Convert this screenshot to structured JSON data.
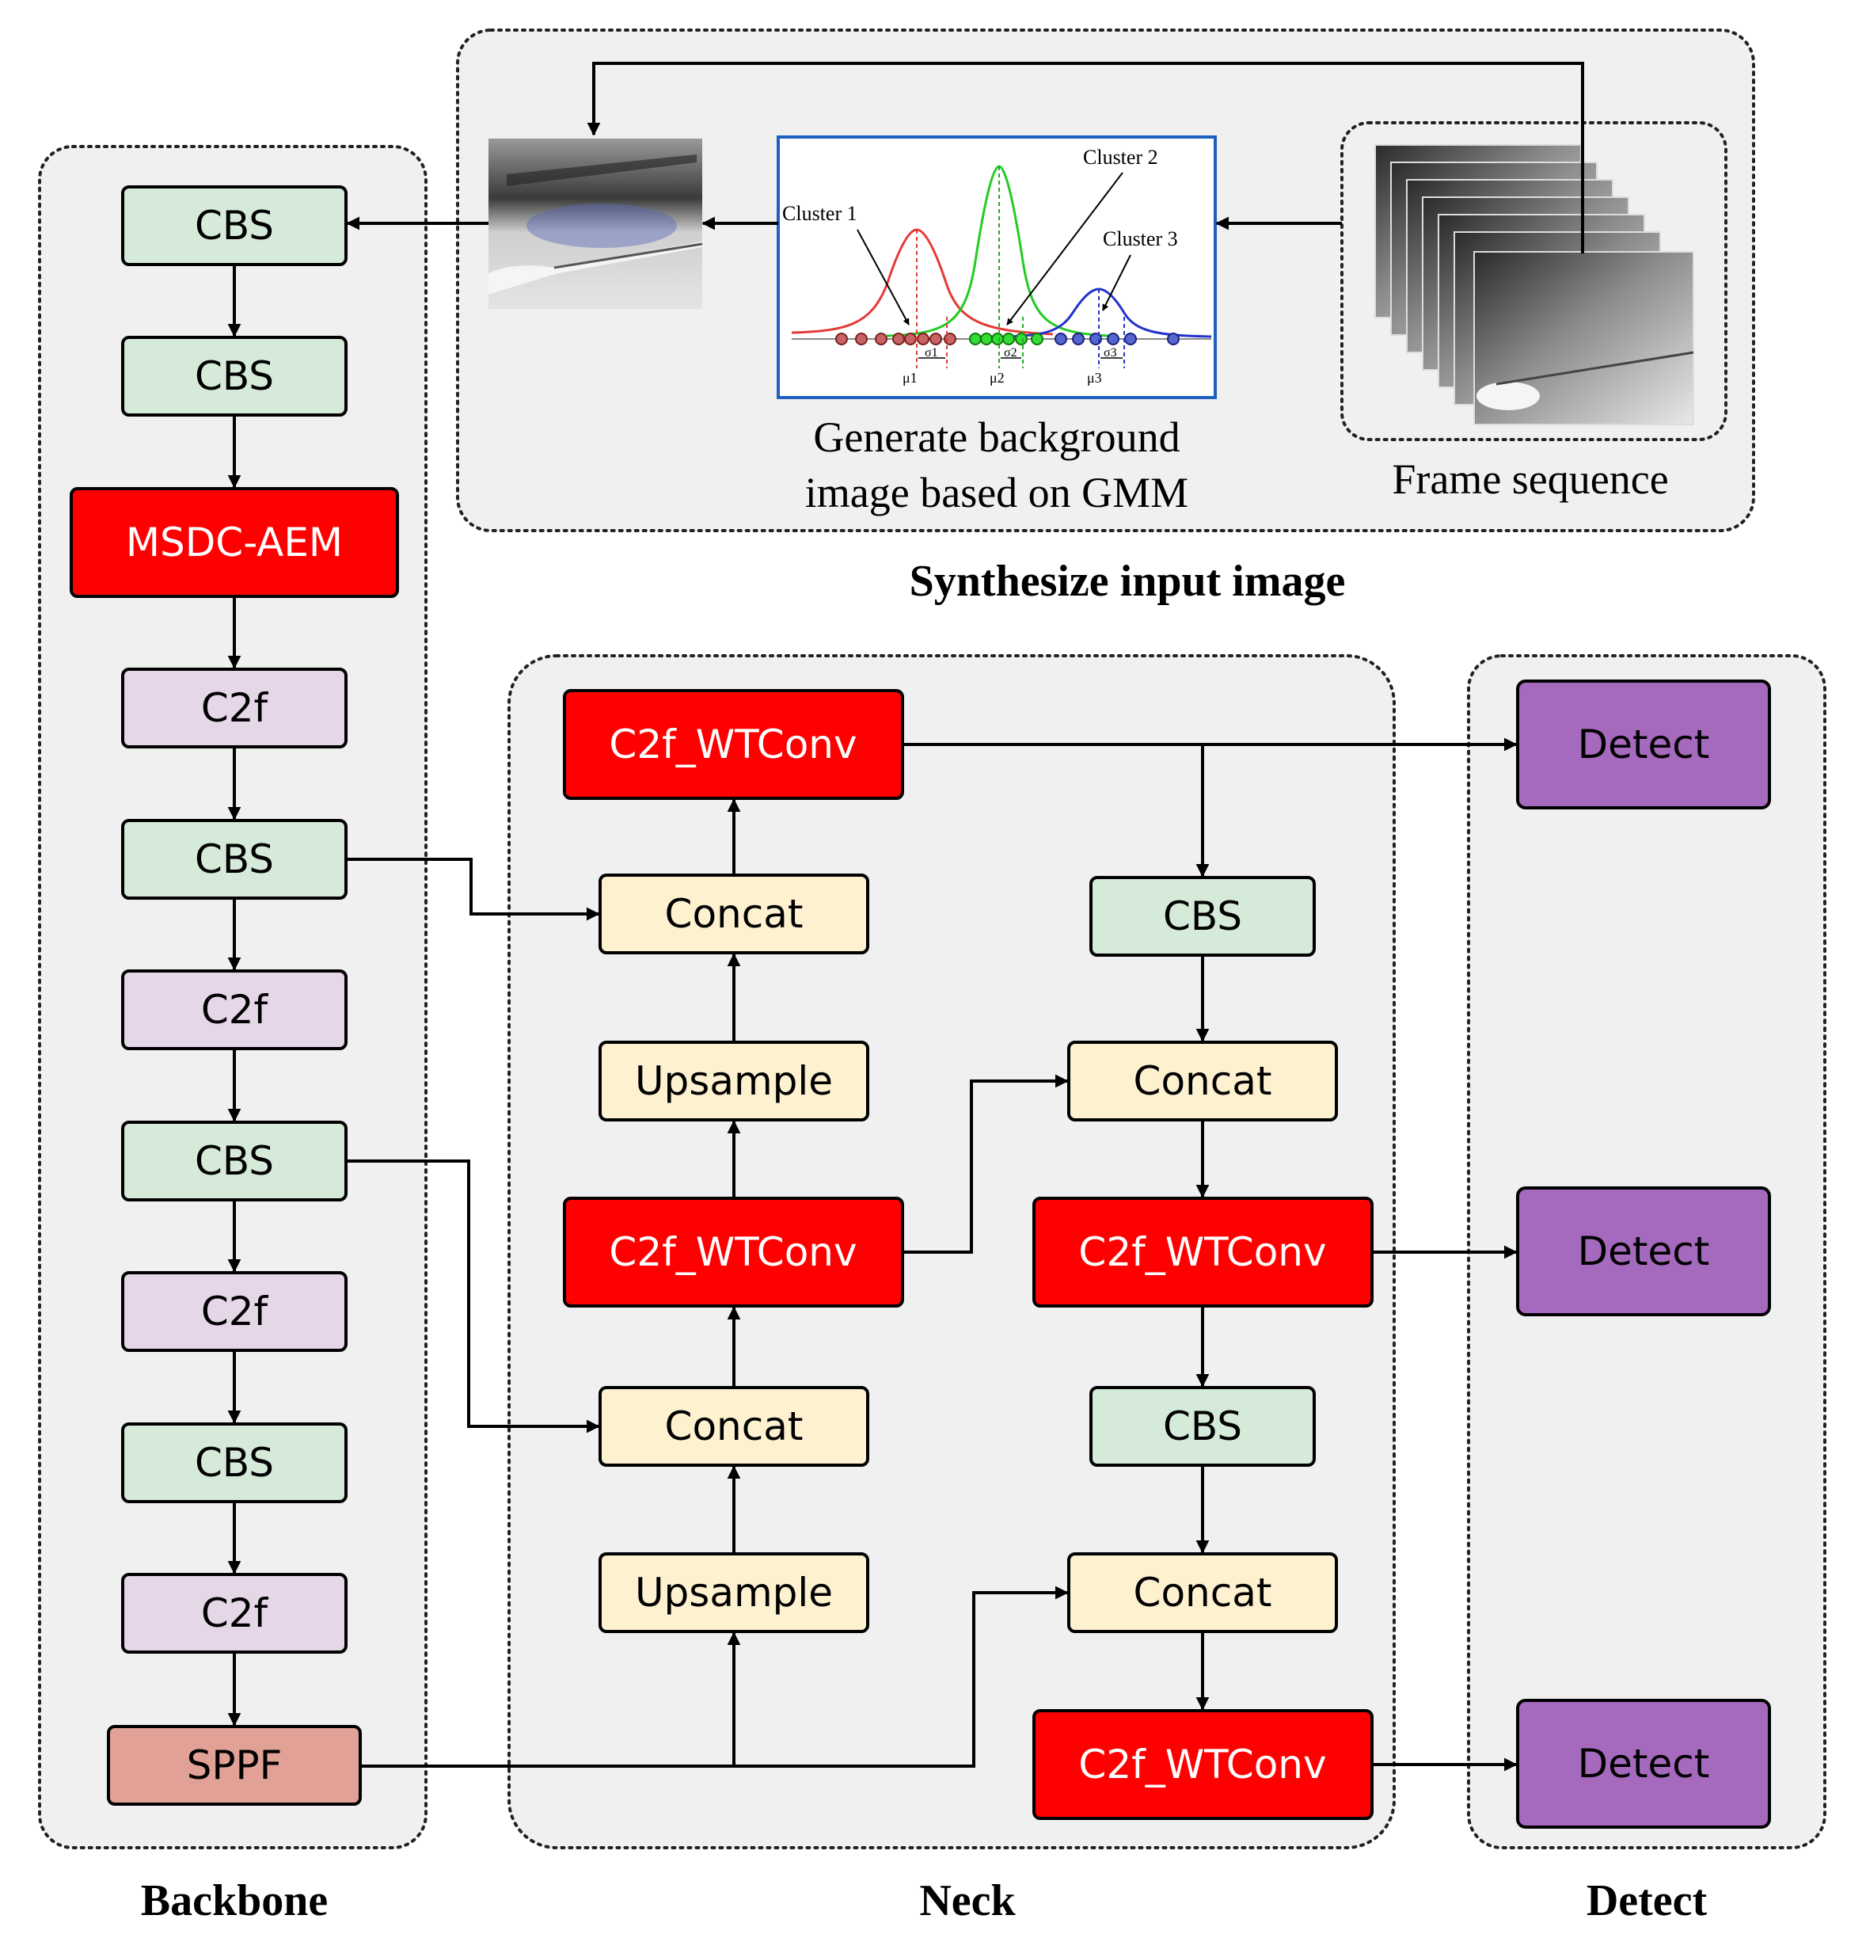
{
  "colors": {
    "panel_fill": "#f0f0f0",
    "panel_border": "#222222",
    "cbs": "#d5ead9",
    "c2f": "#e6d7e8",
    "red_block": "#ff0000",
    "concat_upsample": "#fdf1d0",
    "sppf": "#e2a196",
    "detect": "#a569bd",
    "gmm_cluster1": "#e53935",
    "gmm_cluster2": "#22cc22",
    "gmm_cluster3": "#2233cc",
    "gmm_frame": "#1f5fbf"
  },
  "sections": {
    "synth_title": "Synthesize input image",
    "backbone_title": "Backbone",
    "neck_title": "Neck",
    "detect_title": "Detect"
  },
  "synth": {
    "gmm_caption_1": "Generate background",
    "gmm_caption_2": "image based on GMM",
    "frames_caption": "Frame sequence",
    "clusters": [
      "Cluster 1",
      "Cluster 2",
      "Cluster 3"
    ],
    "mu_labels": [
      "μ1",
      "μ2",
      "μ3"
    ],
    "sigma_labels": [
      "σ1",
      "σ2",
      "σ3"
    ]
  },
  "backbone": {
    "blocks": [
      "CBS",
      "CBS",
      "MSDC-AEM",
      "C2f",
      "CBS",
      "C2f",
      "CBS",
      "C2f",
      "CBS",
      "C2f",
      "SPPF"
    ]
  },
  "neck": {
    "left_column": [
      "C2f_WTConv",
      "Concat",
      "Upsample",
      "C2f_WTConv",
      "Concat",
      "Upsample"
    ],
    "right_column": [
      "CBS",
      "Concat",
      "C2f_WTConv",
      "CBS",
      "Concat",
      "C2f_WTConv"
    ]
  },
  "detect": {
    "blocks": [
      "Detect",
      "Detect",
      "Detect"
    ]
  },
  "icons": [
    "arrowhead-icon"
  ]
}
